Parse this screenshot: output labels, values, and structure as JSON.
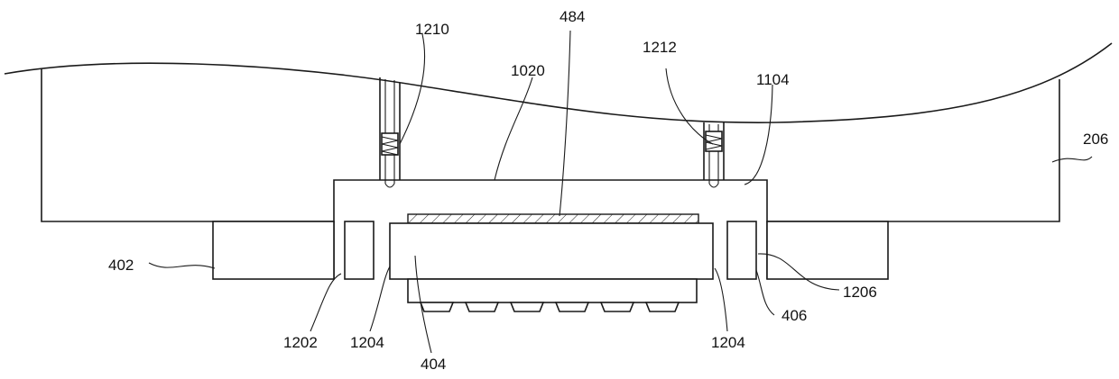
{
  "diagram": {
    "labels": {
      "l1210": "1210",
      "l484": "484",
      "l1212": "1212",
      "l1020": "1020",
      "l1104": "1104",
      "l206": "206",
      "l402": "402",
      "l1206": "1206",
      "l406": "406",
      "l1202": "1202",
      "l1204a": "1204",
      "l1204b": "1204",
      "l404": "404"
    }
  }
}
